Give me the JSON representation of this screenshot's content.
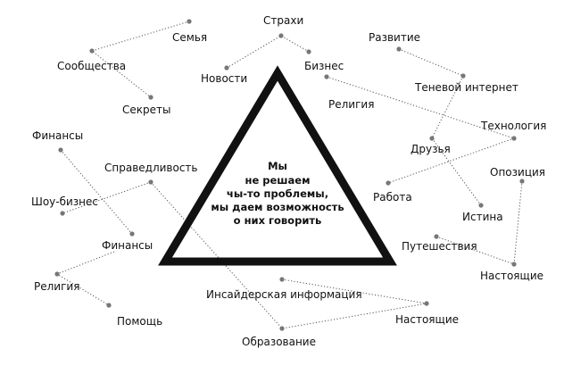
{
  "center_lines": [
    "Мы",
    "не решаем",
    "чы-то проблемы,",
    "мы даем возможность",
    "о них говорить"
  ],
  "nodes": {
    "semya": "Семья",
    "soobshchestva": "Сообщества",
    "sekrety": "Секреты",
    "strahi": "Страхи",
    "novosti": "Новости",
    "biznes": "Бизнес",
    "religiya_top": "Религия",
    "razvitie": "Развитие",
    "tenevoy": "Теневой интернет",
    "tehnologiya": "Технология",
    "druzya": "Друзья",
    "finansy_left": "Финансы",
    "spravedlivost": "Справедливость",
    "shou_biznes": "Шоу-бизнес",
    "finansy_mid": "Финансы",
    "religiya_left": "Религия",
    "pomoshch": "Помощь",
    "rabota": "Работа",
    "istina": "Истина",
    "opoziciya": "Опозиция",
    "puteshestviya": "Путешествия",
    "nastoyashchie_right": "Настоящие",
    "insayderskaya": "Инсайдерская информация",
    "nastoyashchie_bottom": "Настоящие",
    "obrazovanie": "Образование"
  }
}
